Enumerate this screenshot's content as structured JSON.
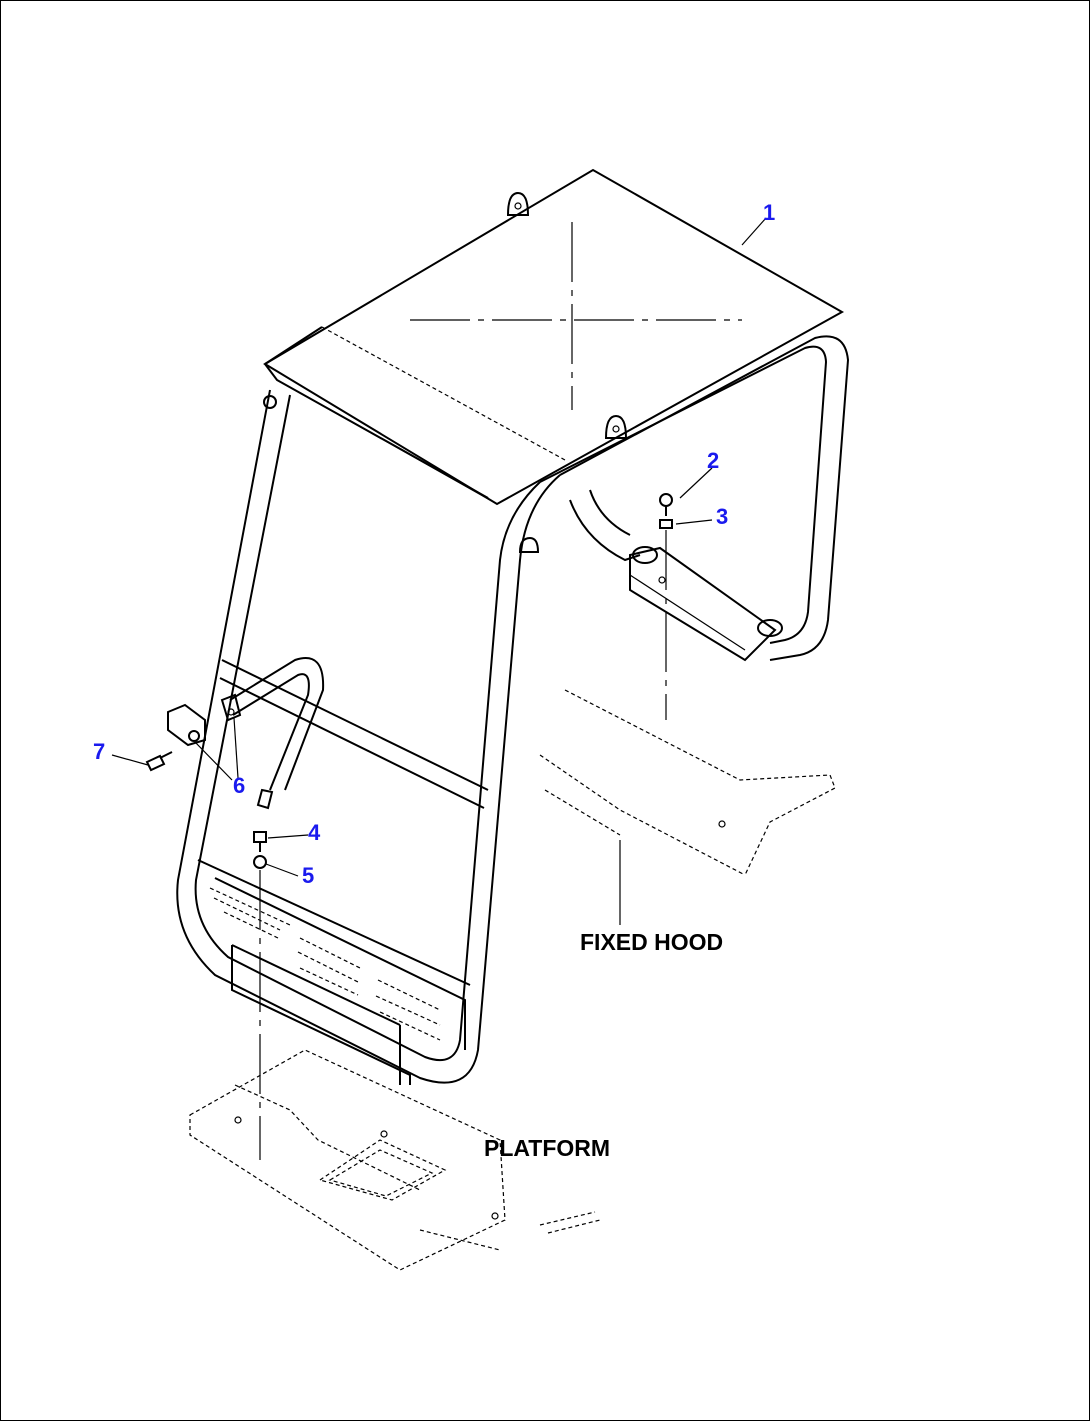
{
  "diagram": {
    "callouts": [
      {
        "id": "1",
        "text": "1"
      },
      {
        "id": "2",
        "text": "2"
      },
      {
        "id": "3",
        "text": "3"
      },
      {
        "id": "4",
        "text": "4"
      },
      {
        "id": "5",
        "text": "5"
      },
      {
        "id": "6",
        "text": "6"
      },
      {
        "id": "7",
        "text": "7"
      }
    ],
    "labels": {
      "fixed_hood": "FIXED HOOD",
      "platform": "PLATFORM"
    },
    "colors": {
      "callout": "#1a1aee",
      "lines": "#000000"
    }
  }
}
